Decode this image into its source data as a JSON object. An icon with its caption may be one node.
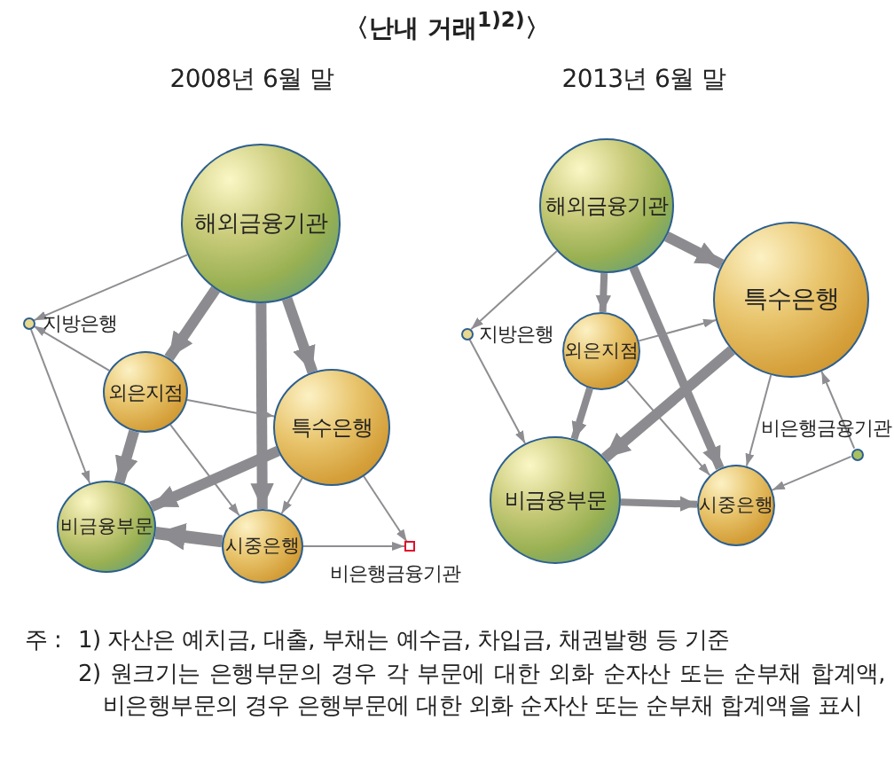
{
  "diagram": {
    "title": "〈난내 거래$^{1)2)}$〉",
    "nodes": [
      {
        "text": [
          "해외금융기관"
        ]
      },
      {
        "text": [],
        "shape": "circle",
        "beside": [
          "지방은행"
        ]
      },
      {
        "text": [
          "외은지점"
        ]
      },
      {
        "text": [
          "특수은행"
        ]
      },
      {
        "text": [
          "비금융부문"
        ]
      },
      {
        "text": [
          "시중은행"
        ]
      },
      {
        "text": [],
        "shape": "box",
        "beside": [
          "비은행금융기관"
        ]
      },
      {
        "text": [
          "해외금융기관"
        ]
      },
      {
        "text": [
          "특수은행"
        ]
      },
      {
        "text": [],
        "shape": "circle",
        "beside": [
          "지방은행"
        ]
      },
      {
        "text": [
          "외은지점"
        ]
      },
      {
        "text": [],
        "shape": "circle",
        "beside": [
          "비은행금융기관"
        ]
      },
      {
        "text": [
          "비금융부문"
        ]
      },
      {
        "text": [
          "시중은행"
        ]
      }
    ],
    "edges": [
      {
        "from": 0,
        "to": 1,
        "arrow": "to"
      },
      {
        "from": 0,
        "to": 2,
        "arrow": "to",
        "style": "thick"
      },
      {
        "from": 0,
        "to": 5,
        "arrow": "to",
        "style": "thick"
      },
      {
        "from": 0,
        "to": 3,
        "arrow": "to",
        "style": "thick"
      },
      {
        "from": 2,
        "to": 1,
        "arrow": "to"
      },
      {
        "from": 1,
        "to": 4,
        "arrow": "to"
      },
      {
        "from": 2,
        "to": 4,
        "arrow": "to",
        "style": "thick"
      },
      {
        "from": 2,
        "to": 3,
        "arrow": "to"
      },
      {
        "from": 2,
        "to": 5,
        "arrow": "to"
      },
      {
        "from": 3,
        "to": 4,
        "arrow": "to",
        "style": "thick"
      },
      {
        "from": 3,
        "to": 5,
        "arrow": "to"
      },
      {
        "from": 3,
        "to": 6,
        "arrow": "to"
      },
      {
        "from": 5,
        "to": 4,
        "arrow": "to",
        "style": "thick"
      },
      {
        "from": 5,
        "to": 6,
        "arrow": "to"
      },
      {
        "from": 7,
        "to": 8,
        "arrow": "to",
        "style": "thick"
      },
      {
        "from": 7,
        "to": 10,
        "arrow": "to",
        "style": "thick"
      },
      {
        "from": 7,
        "to": 9,
        "arrow": "to"
      },
      {
        "from": 7,
        "to": 13,
        "arrow": "to",
        "style": "thick"
      },
      {
        "from": 10,
        "to": 8,
        "arrow": "to"
      },
      {
        "from": 10,
        "to": 12,
        "arrow": "to",
        "style": "thick"
      },
      {
        "from": 10,
        "to": 13,
        "arrow": "to"
      },
      {
        "from": 9,
        "to": 12,
        "arrow": "to"
      },
      {
        "from": 8,
        "to": 12,
        "arrow": "to",
        "style": "thick"
      },
      {
        "from": 8,
        "to": 13,
        "arrow": "to"
      },
      {
        "from": 11,
        "to": 8,
        "arrow": "to"
      },
      {
        "from": 11,
        "to": 13,
        "arrow": "to"
      },
      {
        "from": 12,
        "to": 13,
        "arrow": "to",
        "style": "thick"
      }
    ],
    "labels": [
      "2008년 6월 말",
      "2013년 6월 말",
      "주 :",
      "1) 자산은 예치금, 대출, 부채는 예수금, 차입금, 채권발행 등 기준",
      "2) 원크기는 은행부문의 경우 각 부문에 대한 외화 순자산 또는 순부채 합계액, 비은행부문의 경우 은행부문에 대한 외화 순자산 또는 순부채 합계액을 표시"
    ]
  }
}
